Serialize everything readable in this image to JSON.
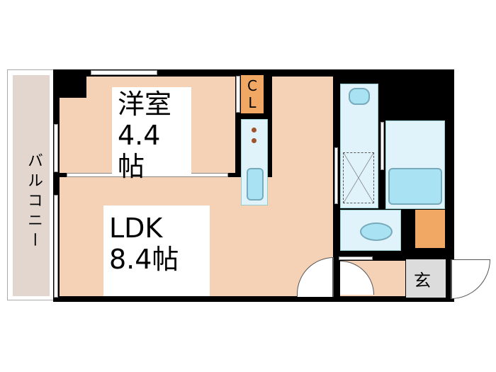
{
  "rooms": {
    "western_room": {
      "name": "洋室",
      "size": "4.4帖"
    },
    "ldk": {
      "name": "LDK",
      "size": "8.4帖"
    },
    "closet": {
      "line1": "C",
      "line2": "L"
    },
    "balcony": "バルコニー",
    "entrance": "玄"
  },
  "colors": {
    "floor": "#f5d1b5",
    "wet_area": "#e0f3fb",
    "fixture": "#a9e2f2",
    "storage": "#f2a865",
    "entrance": "#dcdcdc",
    "balcony": "#e3d6cf",
    "wall": "#000000"
  }
}
